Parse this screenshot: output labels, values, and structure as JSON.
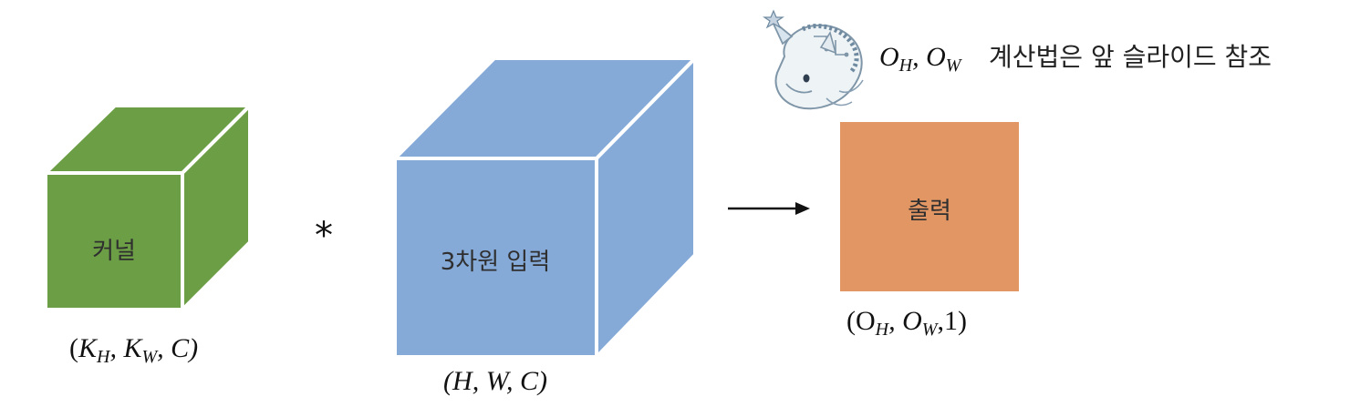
{
  "kernel": {
    "label": "커널",
    "dims": {
      "open": "(",
      "k1": "K",
      "k1_sub": "H",
      "k2": ", K",
      "k2_sub": "W",
      "rest": ", C)"
    },
    "colors": {
      "front": "#6b9e45",
      "top": "#6b9e45",
      "side": "#6b9e45",
      "edge": "#ffffff"
    }
  },
  "operator": {
    "symbol": "*"
  },
  "input": {
    "label": "3차원 입력",
    "dims": {
      "text": "(H, W, C)"
    },
    "colors": {
      "front": "#85aad8",
      "top": "#85aad8",
      "side": "#85aad8",
      "edge": "#ffffff"
    }
  },
  "arrow": {
    "color": "#111111"
  },
  "output": {
    "label": "출력",
    "dims": {
      "open": "(O",
      "s1": "H",
      "mid": ", O",
      "s2": "W",
      "rest": ",1)"
    },
    "color": "#e29664"
  },
  "note": {
    "o1": "O",
    "o1_sub": "H",
    "o2": ", O",
    "o2_sub": "W",
    "text": "계산법은 앞 슬라이드 참조"
  },
  "mascot": {
    "icon": "unicorn-mascot-icon"
  }
}
